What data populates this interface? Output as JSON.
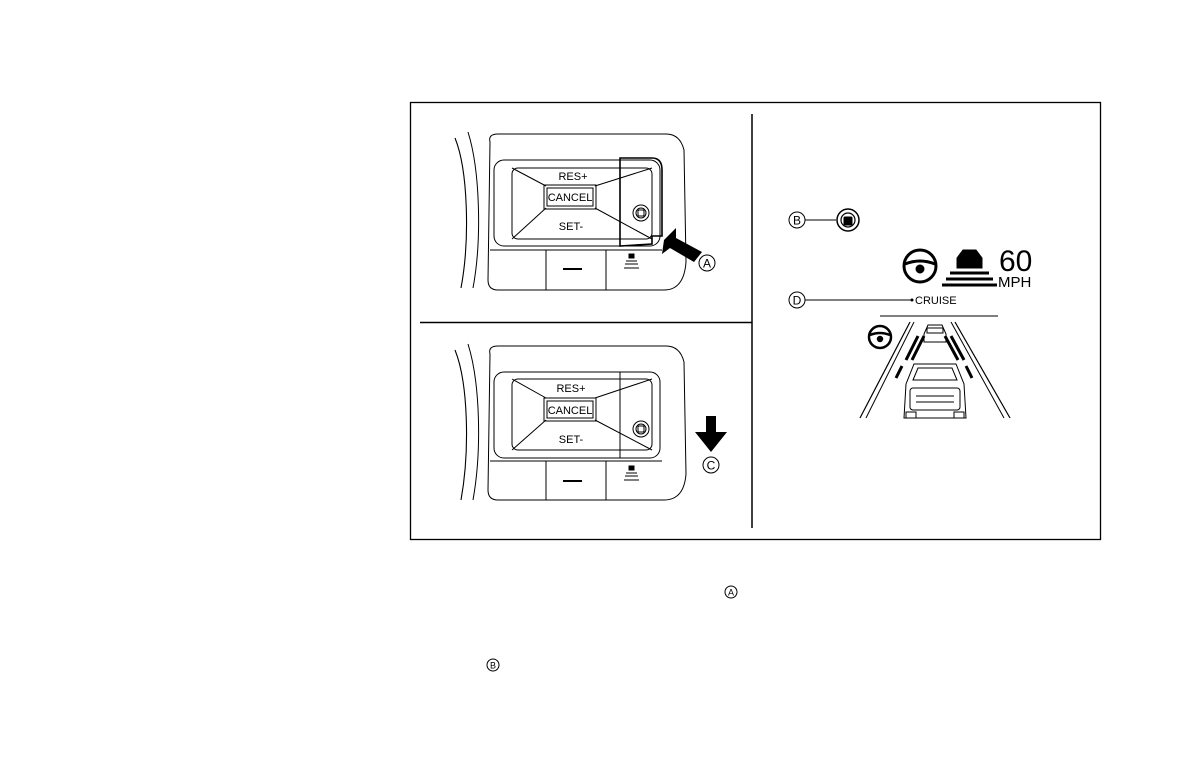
{
  "switch_top": {
    "res_label": "RES+",
    "cancel_label": "CANCEL",
    "set_label": "SET-",
    "callout_a": "A"
  },
  "switch_bottom": {
    "res_label": "RES+",
    "cancel_label": "CANCEL",
    "set_label": "SET-",
    "callout_c": "C"
  },
  "meter": {
    "callout_b": "B",
    "speed_value": "60",
    "speed_unit": "MPH",
    "callout_d": "D",
    "cruise_label": "CRUISE"
  },
  "caption": {
    "callout_a": "A",
    "callout_b": "B"
  }
}
